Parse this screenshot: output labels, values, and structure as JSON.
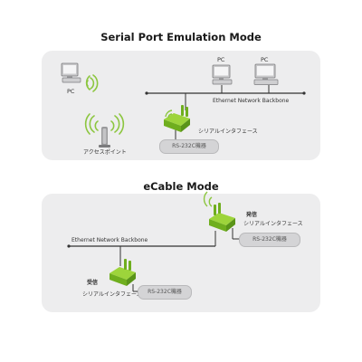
{
  "serial_mode": {
    "title": "Serial Port Emulation Mode",
    "backbone_label": "Ethernet Network Backbone",
    "pc_labels": [
      "PC",
      "PC",
      "PC"
    ],
    "access_point_label": "アクセスポイント",
    "device_interface_label": "シリアルインタフェース",
    "device_pill": "RS-232C機器"
  },
  "ecable_mode": {
    "title": "eCable Mode",
    "backbone_label": "Ethernet Network Backbone",
    "sender": {
      "role": "発信",
      "interface_label": "シリアルインタフェース",
      "pill": "RS-232C機器"
    },
    "receiver": {
      "role": "受信",
      "interface_label": "シリアルインタフェース",
      "pill": "RS-232C機器"
    }
  },
  "colors": {
    "panel": "#ededee",
    "device_green": "#7bc121",
    "wifi_green": "#8cc63f",
    "line": "#333333"
  },
  "icons": [
    "computer-icon",
    "wifi-icon",
    "access-point-icon",
    "serial-device-icon"
  ]
}
